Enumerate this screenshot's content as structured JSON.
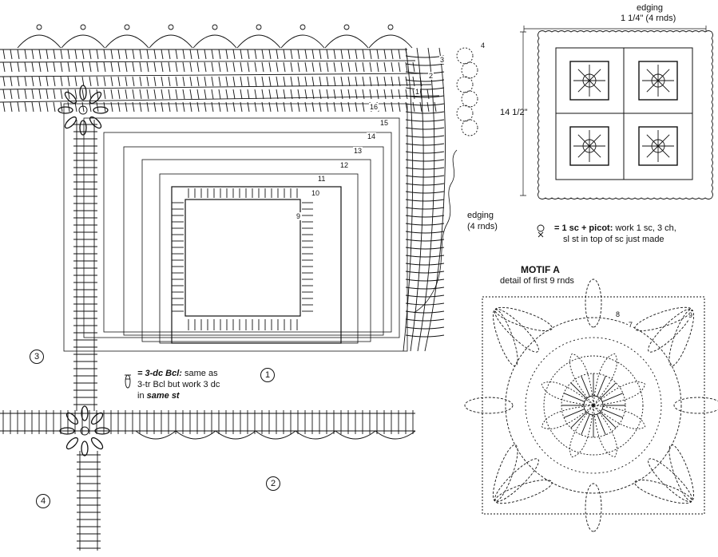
{
  "edging_top": {
    "title": "edging",
    "measure": "1 1/4\" (4 rnds)"
  },
  "edging_side": {
    "title": "edging",
    "measure": "(4 rnds)"
  },
  "height_measure": "14 1/2\"",
  "legend_picot": {
    "title": "= 1 sc + picot:",
    "text_line1": "work 1 sc, 3 ch,",
    "text_line2": "sl st in top of sc just made"
  },
  "legend_3dc": {
    "title": "= 3-dc Bcl:",
    "text_line1": "same as",
    "text_line2": "3-tr Bcl but work 3 dc",
    "text_line3_pre": "in",
    "text_line3_em": "same st"
  },
  "motif": {
    "title": "MOTIF A",
    "subtitle": "detail of first 9 rnds",
    "round_labels": [
      "7",
      "8",
      "9"
    ]
  },
  "motif_numbers": [
    "1",
    "2",
    "3",
    "4"
  ],
  "round_numbers": [
    "1",
    "2",
    "3",
    "4",
    "9",
    "10",
    "11",
    "12",
    "13",
    "14",
    "15",
    "16"
  ]
}
